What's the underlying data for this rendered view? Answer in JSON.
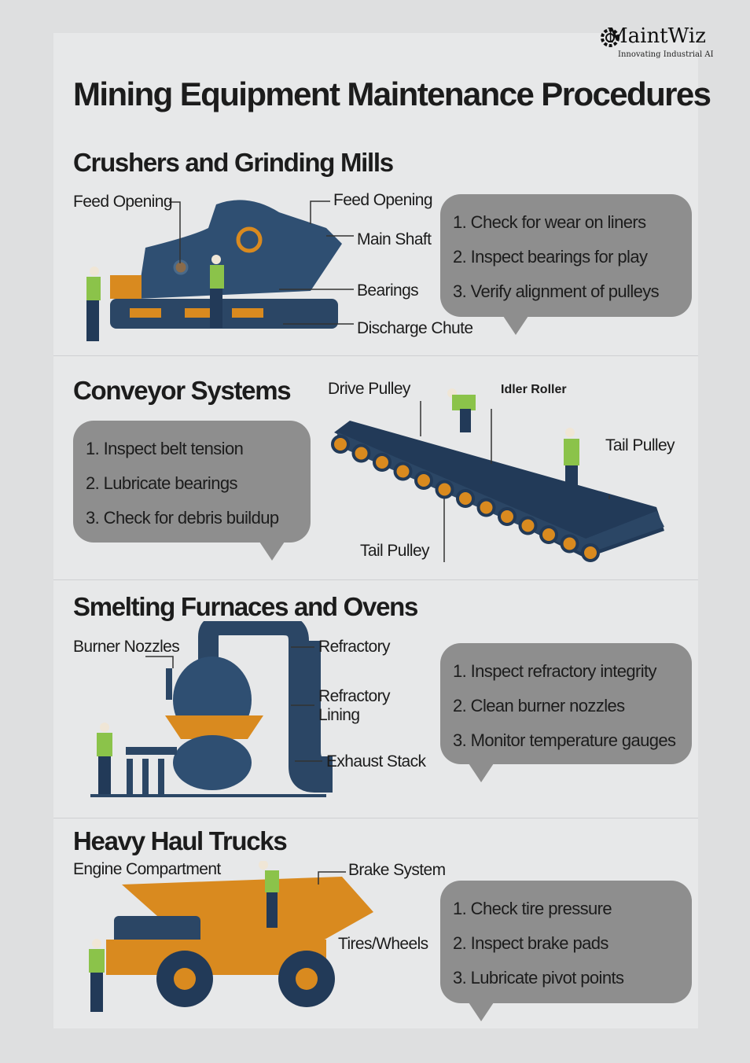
{
  "logo": {
    "name": "MaintWiz",
    "tagline": "Innovating Industrial AI",
    "icon": "gear-icon"
  },
  "title": "Mining Equipment Maintenance Procedures",
  "colors": {
    "navy": "#2b4665",
    "orange": "#d98a1f",
    "bubble": "#8e8e8e",
    "vest": "#8bc34a"
  },
  "sections": [
    {
      "heading": "Crushers and Grinding Mills",
      "labels": [
        "Feed Opening",
        "Feed Opening",
        "Main Shaft",
        "Bearings",
        "Discharge Chute"
      ],
      "steps": [
        "1. Check for wear on liners",
        "2. Inspect bearings for play",
        "3. Verify alignment of pulleys"
      ]
    },
    {
      "heading": "Conveyor Systems",
      "labels": [
        "Drive Pulley",
        "Idler Roller",
        "Tail Pulley",
        "Tail Pulley"
      ],
      "steps": [
        "1. Inspect belt tension",
        "2. Lubricate bearings",
        "3. Check for debris buildup"
      ]
    },
    {
      "heading": "Smelting Furnaces and Ovens",
      "labels": [
        "Burner Nozzles",
        "Refractory",
        "Refractory Lining",
        "Exhaust Stack"
      ],
      "steps": [
        "1. Inspect refractory integrity",
        "2. Clean burner nozzles",
        "3. Monitor temperature gauges"
      ]
    },
    {
      "heading": "Heavy Haul Trucks",
      "labels": [
        "Engine Compartment",
        "Brake System",
        "Tires/Wheels"
      ],
      "steps": [
        "1. Check tire pressure",
        "2. Inspect brake pads",
        "3. Lubricate pivot points"
      ]
    }
  ]
}
